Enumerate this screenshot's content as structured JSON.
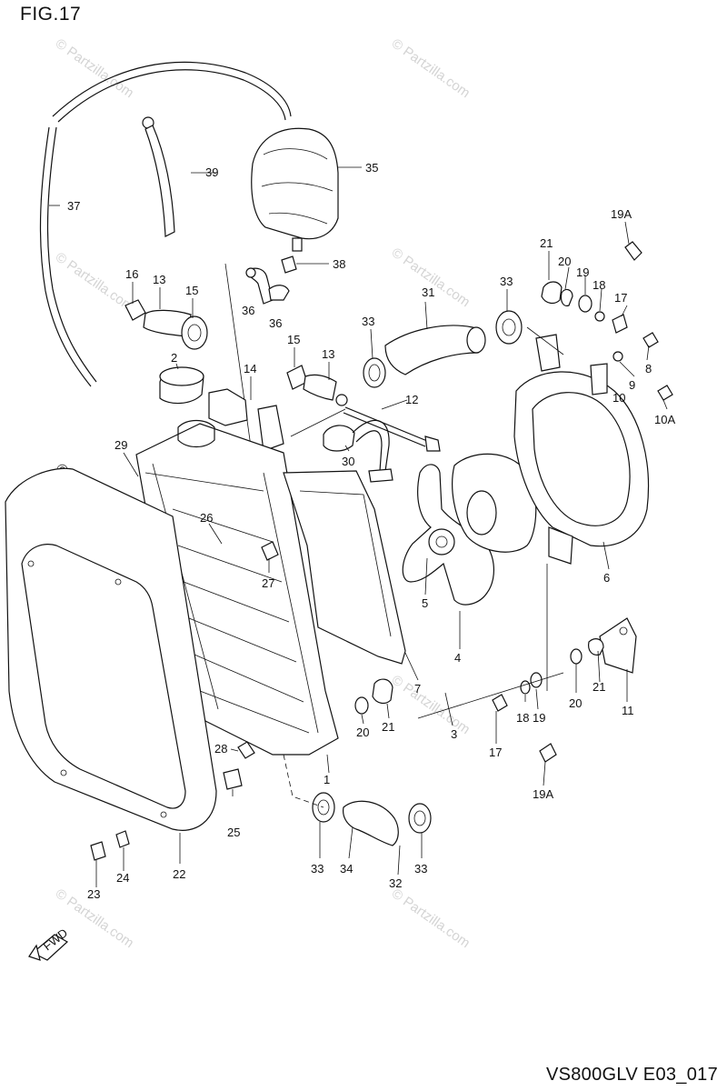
{
  "figure": {
    "title": "FIG.17",
    "code": "VS800GLV E03_017"
  },
  "watermark": {
    "text": "© Partzilla.com"
  },
  "direction_arrow": {
    "label": "FWD",
    "icon": "forward-arrow-icon"
  },
  "callouts": [
    {
      "id": "c1",
      "label": "1"
    },
    {
      "id": "c2",
      "label": "2"
    },
    {
      "id": "c3",
      "label": "3"
    },
    {
      "id": "c4",
      "label": "4"
    },
    {
      "id": "c5",
      "label": "5"
    },
    {
      "id": "c6",
      "label": "6"
    },
    {
      "id": "c7",
      "label": "7"
    },
    {
      "id": "c8",
      "label": "8"
    },
    {
      "id": "c9",
      "label": "9"
    },
    {
      "id": "c10",
      "label": "10"
    },
    {
      "id": "c10a",
      "label": "10A"
    },
    {
      "id": "c11",
      "label": "11"
    },
    {
      "id": "c12",
      "label": "12"
    },
    {
      "id": "c13a",
      "label": "13"
    },
    {
      "id": "c13b",
      "label": "13"
    },
    {
      "id": "c14",
      "label": "14"
    },
    {
      "id": "c15a",
      "label": "15"
    },
    {
      "id": "c15b",
      "label": "15"
    },
    {
      "id": "c16",
      "label": "16"
    },
    {
      "id": "c17a",
      "label": "17"
    },
    {
      "id": "c17b",
      "label": "17"
    },
    {
      "id": "c18a",
      "label": "18"
    },
    {
      "id": "c18b",
      "label": "18"
    },
    {
      "id": "c19a",
      "label": "19"
    },
    {
      "id": "c19b",
      "label": "19"
    },
    {
      "id": "c19Aa",
      "label": "19A"
    },
    {
      "id": "c19Ab",
      "label": "19A"
    },
    {
      "id": "c20a",
      "label": "20"
    },
    {
      "id": "c20b",
      "label": "20"
    },
    {
      "id": "c20c",
      "label": "20"
    },
    {
      "id": "c21a",
      "label": "21"
    },
    {
      "id": "c21b",
      "label": "21"
    },
    {
      "id": "c21c",
      "label": "21"
    },
    {
      "id": "c22",
      "label": "22"
    },
    {
      "id": "c23",
      "label": "23"
    },
    {
      "id": "c24",
      "label": "24"
    },
    {
      "id": "c25",
      "label": "25"
    },
    {
      "id": "c26",
      "label": "26"
    },
    {
      "id": "c27",
      "label": "27"
    },
    {
      "id": "c28",
      "label": "28"
    },
    {
      "id": "c29",
      "label": "29"
    },
    {
      "id": "c30",
      "label": "30"
    },
    {
      "id": "c31",
      "label": "31"
    },
    {
      "id": "c32",
      "label": "32"
    },
    {
      "id": "c33a",
      "label": "33"
    },
    {
      "id": "c33b",
      "label": "33"
    },
    {
      "id": "c33c",
      "label": "33"
    },
    {
      "id": "c33d",
      "label": "33"
    },
    {
      "id": "c34",
      "label": "34"
    },
    {
      "id": "c35",
      "label": "35"
    },
    {
      "id": "c36a",
      "label": "36"
    },
    {
      "id": "c36b",
      "label": "36"
    },
    {
      "id": "c37",
      "label": "37"
    },
    {
      "id": "c38",
      "label": "38"
    },
    {
      "id": "c39",
      "label": "39"
    }
  ]
}
